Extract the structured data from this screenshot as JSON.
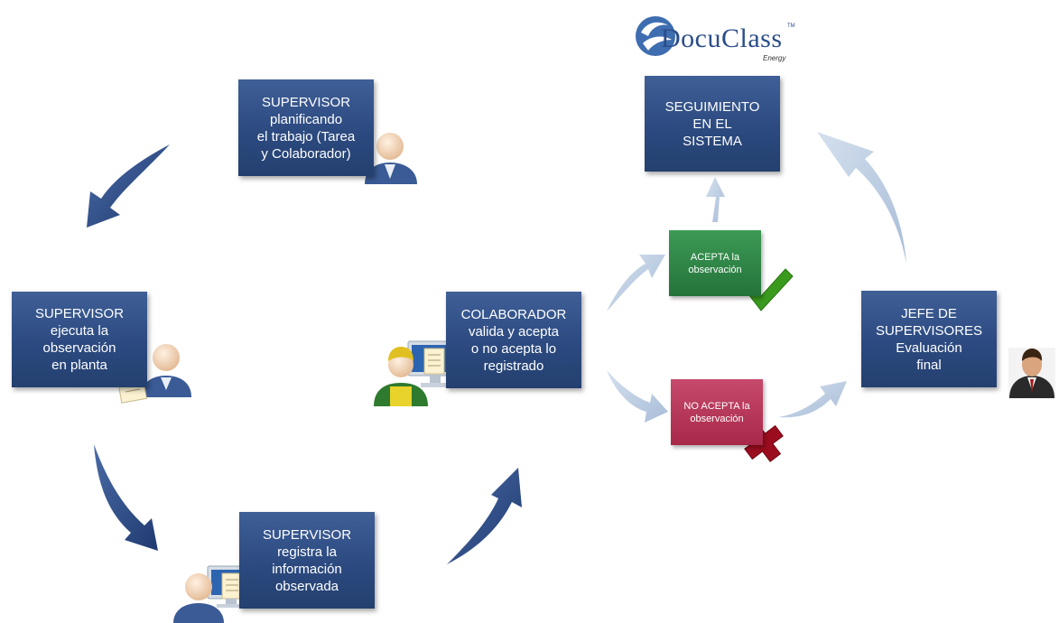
{
  "logo": {
    "brand": "DocuClass",
    "tm": "TM",
    "sub": "Energy"
  },
  "steps": {
    "plan": [
      "SUPERVISOR",
      "planificando",
      "el trabajo (Tarea",
      "y Colaborador)"
    ],
    "execute": [
      "SUPERVISOR",
      "ejecuta la",
      "observación",
      "en planta"
    ],
    "register": [
      "SUPERVISOR",
      "registra la",
      "información",
      "observada"
    ],
    "validate": [
      "COLABORADOR",
      "valida y acepta",
      "o no acepta lo",
      "registrado"
    ],
    "tracking": [
      "SEGUIMIENTO",
      "EN EL",
      "SISTEMA"
    ],
    "chief": [
      "JEFE DE",
      "SUPERVISORES",
      "Evaluación",
      "final"
    ]
  },
  "decisions": {
    "accept": [
      "ACEPTA la",
      "observación"
    ],
    "reject": [
      "NO ACEPTA la",
      "observación"
    ]
  },
  "colors": {
    "box": "#2c4a80",
    "dark_arrow": "#25417a",
    "light_arrow": "#bccde3",
    "accept": "#2a8043",
    "reject": "#b23050",
    "check": "#3a9a1e",
    "cross": "#9b0d1e"
  }
}
